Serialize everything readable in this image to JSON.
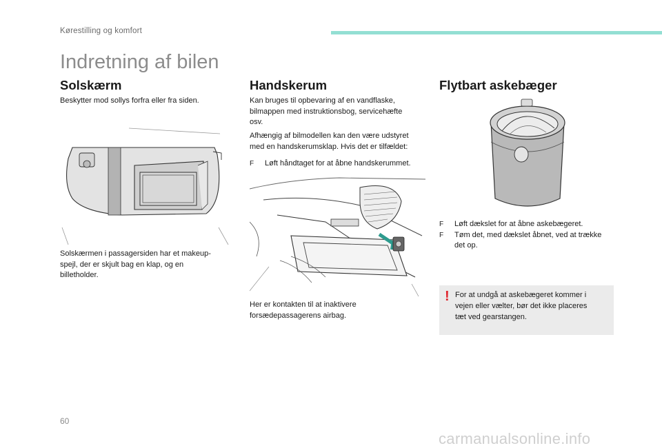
{
  "header": {
    "section_label": "Kørestilling og komfort",
    "accent_color": "#93dfd3"
  },
  "page_title": "Indretning af bilen",
  "solskaerm": {
    "title": "Solskærm",
    "intro": "Beskytter mod sollys forfra eller fra siden.",
    "note_lines": [
      "Solskærmen i passagersiden har et makeup-",
      "spejl, der er skjult bag en klap, og en",
      "billetholder."
    ]
  },
  "handskerum": {
    "title": "Handskerum",
    "para1_lines": [
      "Kan bruges til opbevaring af en vandflaske,",
      "bilmappen med instruktionsbog, servicehæfte",
      "osv."
    ],
    "para2_lines": [
      "Afhængig af bilmodellen kan den være udstyret",
      "med en handskerumsklap. Hvis det er tilfældet:"
    ],
    "bullet_marker": "F",
    "bullet": "Løft håndtaget for at åbne handskerummet.",
    "note_lines": [
      "Her er kontakten til at inaktivere",
      "forsædepassagerens airbag."
    ]
  },
  "askebaeger": {
    "title": "Flytbart askebæger",
    "bullets": [
      {
        "marker": "F",
        "lines": [
          "Løft dækslet for at åbne askebægeret."
        ]
      },
      {
        "marker": "F",
        "lines": [
          "Tøm det, med dækslet åbnet, ved at trække",
          "det op."
        ]
      }
    ],
    "warning_icon": "!",
    "warning_lines": [
      "For at undgå at askebægeret kommer i",
      "vejen eller vælter, bør det ikke placeres",
      "tæt ved gearstangen."
    ],
    "warning_color": "#e0242c"
  },
  "page_number": "60",
  "watermark": "carmanualsonline.info"
}
